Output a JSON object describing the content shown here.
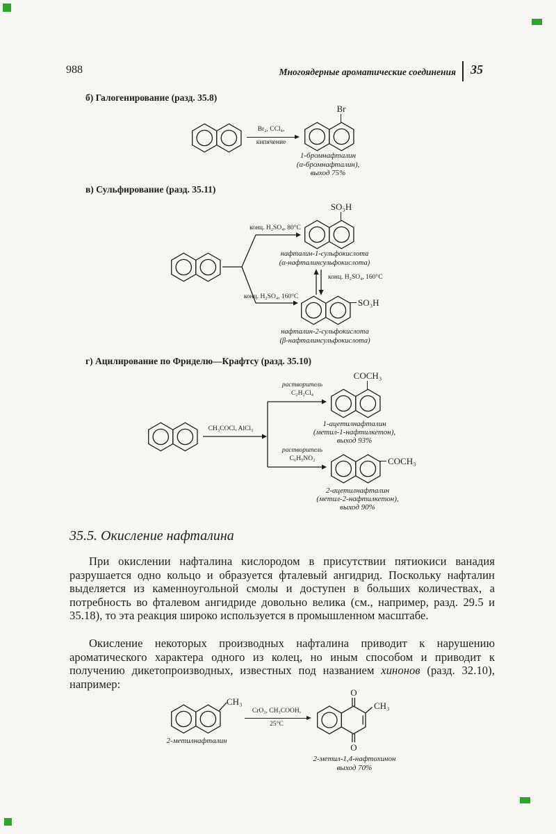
{
  "colors": {
    "paper": "#f7f6f2",
    "ink": "#1d1d1b",
    "artifact": "#2fa42f"
  },
  "header": {
    "page_number": "988",
    "running_title": "Многоядерные ароматические соединения",
    "chapter": "35"
  },
  "halogenation": {
    "heading": "б) Галогенирование (разд. 35.8)",
    "arrow_top": "Br₂, CCl₄,",
    "arrow_bottom": "кипячение",
    "product": {
      "substituent": "Br",
      "name": "1-бромнафталин",
      "alt_name": "(α-бромнафталин),",
      "yield": "выход 75%"
    }
  },
  "sulfonation": {
    "heading": "в) Сульфирование (разд. 35.11)",
    "arrow_top": "конц. H₂SO₄, 80°C",
    "arrow_bottom": "конц. H₂SO₄, 160°C",
    "equilibrium_label": "конц. H₂SO₄, 160°C",
    "product1": {
      "substituent": "SO₃H",
      "name": "нафталин-1-сульфокислота",
      "alt_name": "(α-нафталинсульфокислота)"
    },
    "product2": {
      "substituent": "SO₃H",
      "name": "нафталин-2-сульфокислота",
      "alt_name": "(β-нафталинсульфокислота)"
    }
  },
  "acylation": {
    "heading": "г) Ацилирование по Фриделю—Крафтсу (разд. 35.10)",
    "reagent_label": "CH₃COCl, AlCl₃",
    "branch1": {
      "solvent_word": "растворитель",
      "solvent_formula": "C₂H₂Cl₄"
    },
    "branch2": {
      "solvent_word": "растворитель",
      "solvent_formula": "C₆H₅NO₂"
    },
    "product1": {
      "substituent": "COCH₃",
      "name": "1-ацетилнафталин",
      "alt_name": "(метил-1-нафтилкетон),",
      "yield": "выход 93%"
    },
    "product2": {
      "substituent": "COCH₃",
      "name": "2-ацетилнафталин",
      "alt_name": "(метил-2-нафтилкетон),",
      "yield": "выход 90%"
    }
  },
  "section": {
    "heading": "35.5.  Окисление нафталина",
    "para1": "При окислении нафталина кислородом в присутствии пятиокиси ванадия разрушается одно кольцо и образуется фталевый ангидрид. Поскольку нафталин выделяется из каменноугольной смолы и доступен в больших количествах, а потребность во фталевом ангидриде довольно велика (см., например, разд. 29.5 и 35.18), то эта реакция широко используется в промышленном масштабе.",
    "para2_before": "Окисление некоторых производных нафталина приводит к нарушению ароматического характера одного из колец, но иным способом и приводит к получению дикетопроизводных, известных под названием ",
    "para2_italic": "хинонов",
    "para2_after": " (разд. 32.10),  например:"
  },
  "oxidation_example": {
    "reactant": {
      "substituent": "CH₃",
      "name": "2-метилнафталин"
    },
    "arrow_top": "CrO₃, CH₃COOH,",
    "arrow_bottom": "25°C",
    "product": {
      "o_top": "O",
      "o_bottom": "O",
      "substituent": "CH₃",
      "name": "2-метил-1,4-нафтохинон",
      "yield": "выход 70%"
    }
  }
}
